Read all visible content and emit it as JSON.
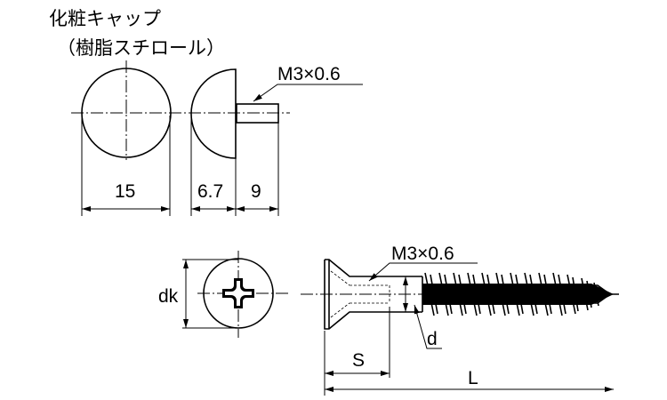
{
  "cap": {
    "title": "化粧キャップ",
    "material": "（樹脂スチロール）",
    "thread_label": "M3×0.6",
    "dim_diameter": "15",
    "dim_height": "6.7",
    "dim_stud": "9"
  },
  "screw": {
    "thread_label": "M3×0.6",
    "dim_head": "dk",
    "dim_d": "d",
    "dim_s": "S",
    "dim_l": "L"
  }
}
